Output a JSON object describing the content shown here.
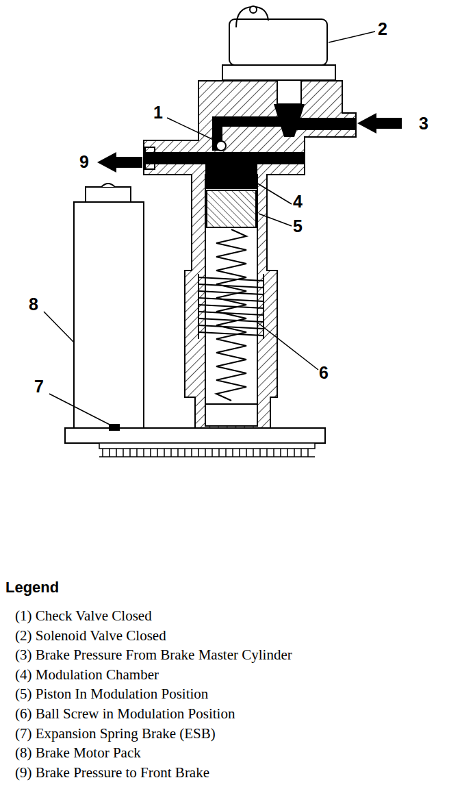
{
  "diagram": {
    "title": "Legend",
    "labels": [
      "1",
      "2",
      "3",
      "4",
      "5",
      "6",
      "7",
      "8",
      "9"
    ],
    "legend": [
      {
        "text": "(1) Check Valve Closed"
      },
      {
        "text": "(2) Solenoid Valve Closed"
      },
      {
        "text": "(3) Brake Pressure From Brake Master Cylinder"
      },
      {
        "text": "(4) Modulation Chamber"
      },
      {
        "text": "(5) Piston In Modulation Position"
      },
      {
        "text": "(6) Ball Screw in Modulation Position"
      },
      {
        "text": "(7) Expansion Spring Brake (ESB)"
      },
      {
        "text": "(8) Brake Motor Pack"
      },
      {
        "text": "(9) Brake Pressure to Front Brake"
      }
    ]
  }
}
